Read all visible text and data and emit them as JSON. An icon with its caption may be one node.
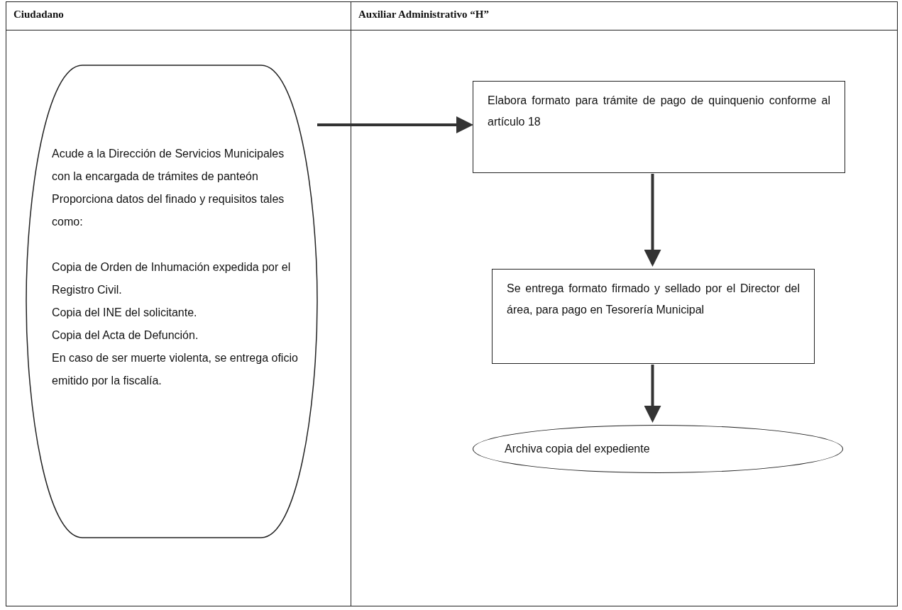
{
  "diagram": {
    "nodes": [
      {
        "text": [
          "Ciudadano"
        ]
      },
      {
        "text": [
          "Auxiliar Administrativo “H”"
        ]
      },
      {
        "text": [
          "Acude a la Dirección de Servicios Municipales con la encargada de trámites de panteón Proporciona datos del finado y requisitos tales como:",
          "Copia de Orden de Inhumación expedida por el Registro Civil.",
          "Copia del INE del solicitante.",
          "Copia del Acta de Defunción.",
          "En caso de ser muerte violenta, se entrega oficio emitido por la fiscalía."
        ],
        "in": 0
      },
      {
        "text": [
          "Elabora formato para trámite de pago de quinquenio conforme al artículo 18"
        ],
        "in": 1
      },
      {
        "text": [
          "Se entrega formato firmado y sellado por el Director del área, para pago en Tesorería Municipal"
        ],
        "in": 1
      },
      {
        "text": [
          "Archiva copia del expediente"
        ],
        "in": 1
      }
    ],
    "edges": [
      {
        "from": 2,
        "to": 3,
        "arrow": "to"
      },
      {
        "from": 3,
        "to": 4,
        "arrow": "to"
      },
      {
        "from": 4,
        "to": 5,
        "arrow": "to"
      }
    ]
  }
}
